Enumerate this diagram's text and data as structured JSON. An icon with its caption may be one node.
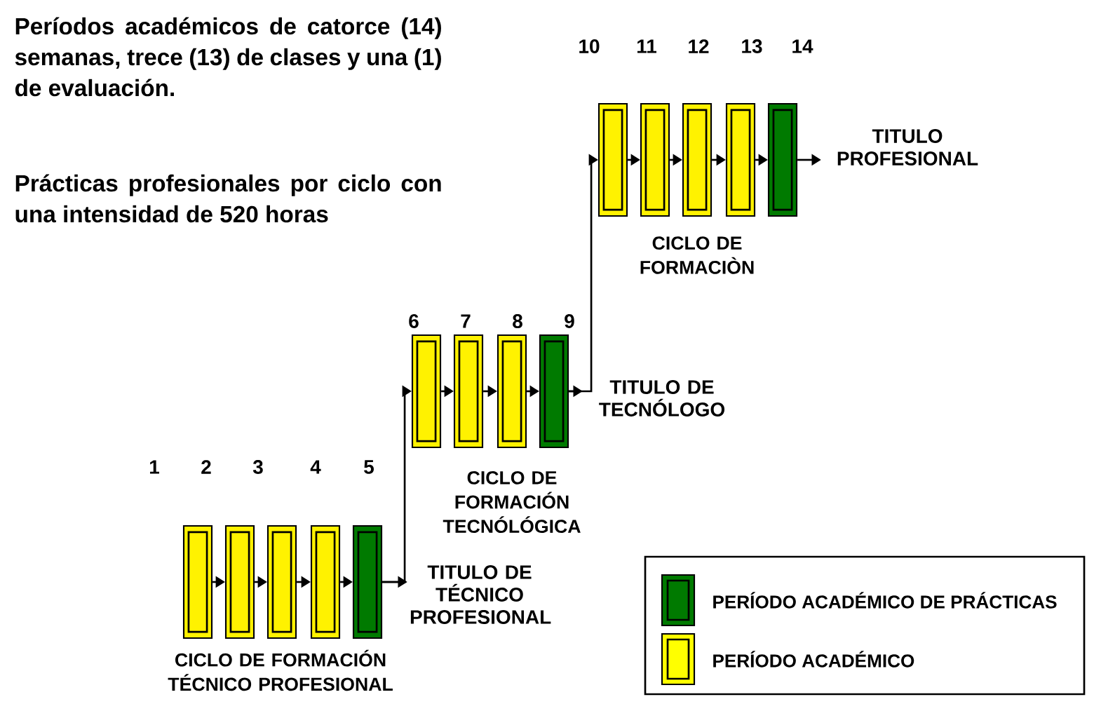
{
  "diagram": {
    "nodes": [
      {
        "text": [],
        "shape": "box"
      },
      {
        "text": [],
        "shape": "box"
      },
      {
        "text": [],
        "shape": "box"
      },
      {
        "text": [],
        "shape": "box"
      },
      {
        "text": [],
        "shape": "box"
      },
      {
        "text": [
          "TITULO DE TÉCNICO PROFESIONAL"
        ]
      },
      {
        "text": [],
        "shape": "box"
      },
      {
        "text": [],
        "shape": "box"
      },
      {
        "text": [],
        "shape": "box"
      },
      {
        "text": [],
        "shape": "box"
      },
      {
        "text": [
          "TITULO DE TECNÓLOGO"
        ]
      },
      {
        "text": [],
        "shape": "box"
      },
      {
        "text": [],
        "shape": "box"
      },
      {
        "text": [],
        "shape": "box"
      },
      {
        "text": [],
        "shape": "box"
      },
      {
        "text": [],
        "shape": "box"
      },
      {
        "text": [
          "TITULO PROFESIONAL"
        ]
      }
    ],
    "edges": [
      {
        "from": 0,
        "to": 1,
        "arrow": "to"
      },
      {
        "from": 1,
        "to": 2,
        "arrow": "to"
      },
      {
        "from": 2,
        "to": 3,
        "arrow": "to"
      },
      {
        "from": 3,
        "to": 4,
        "arrow": "to"
      },
      {
        "from": 4,
        "to": 5,
        "arrow": "to"
      },
      {
        "from": 4,
        "to": 6,
        "arrow": "to"
      },
      {
        "from": 6,
        "to": 7,
        "arrow": "to"
      },
      {
        "from": 7,
        "to": 8,
        "arrow": "to"
      },
      {
        "from": 8,
        "to": 9,
        "arrow": "to"
      },
      {
        "from": 9,
        "to": 10,
        "arrow": "to"
      },
      {
        "from": 9,
        "to": 11,
        "arrow": "to"
      },
      {
        "from": 11,
        "to": 12,
        "arrow": "to"
      },
      {
        "from": 12,
        "to": 13,
        "arrow": "to"
      },
      {
        "from": 13,
        "to": 14,
        "arrow": "to"
      },
      {
        "from": 14,
        "to": 15,
        "arrow": "to"
      },
      {
        "from": 15,
        "to": 16,
        "arrow": "to"
      }
    ],
    "labels": [
      "Períodos académicos de catorce (14) semanas, trece (13) de clases y una (1) de evaluación.",
      "Prácticas profesionales por ciclo con una intensidad de 520 horas",
      "10",
      "11",
      "12",
      "13",
      "14",
      "CICLO DE FORMACIÒN",
      "6",
      "7",
      "8",
      "9",
      "CICLO DE FORMACIÓN TECNÓLÓGICA",
      "1",
      "2",
      "3",
      "4",
      "5",
      "CICLO DE FORMACIÓN TÉCNICO PROFESIONAL"
    ],
    "legend": [
      {
        "text": "PERÍODO ACADÉMICO DE PRÁCTICAS",
        "color": "#007a00"
      },
      {
        "text": "PERÍODO ACADÉMICO",
        "color": "#ffff00"
      }
    ]
  }
}
